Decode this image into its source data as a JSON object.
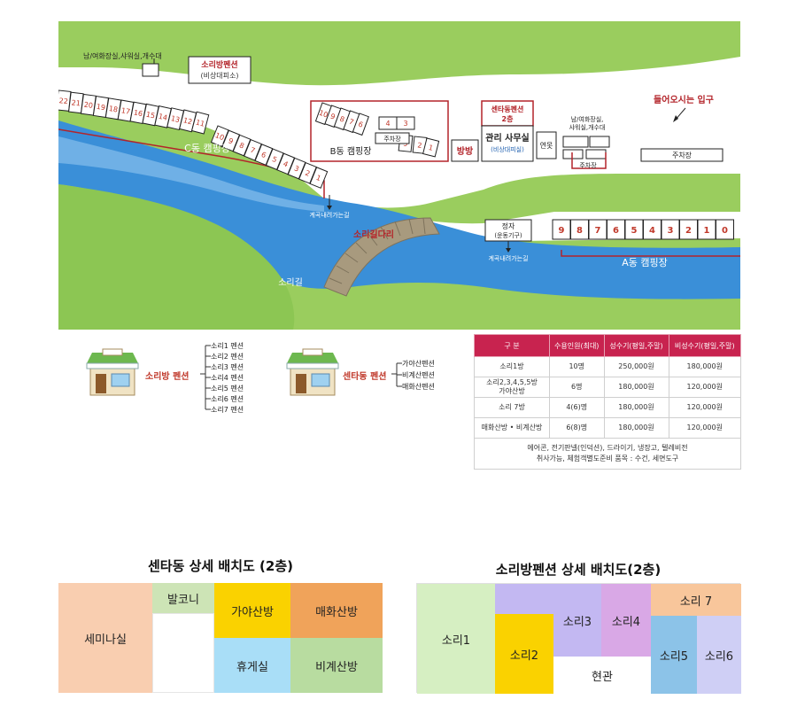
{
  "map": {
    "labels": {
      "toilet_top": "남/여화장실,샤워실,개수대",
      "soribang_pension": "소리방펜션",
      "soribang_sub": "(비상대피소)",
      "c_camp": "C동 캠핑장",
      "b_camp": "B동 캠핑장",
      "parking_small": "주차장",
      "bangbang": "방방",
      "center_pension": "센타동펜션",
      "center_floor": "2층",
      "office": "관리 사무실",
      "office_sub": "(비상대피실)",
      "pond": "연못",
      "toilet_right": "남/여화장실,\n샤워실,개수대",
      "toilet_right_1": "남/여화장실,",
      "toilet_right_2": "샤워실,개수대",
      "parking_mid": "주차장",
      "entrance": "들어오시는 입구",
      "parking_right": "주차장",
      "stream_down_1": "계곡내려가는길",
      "sori_bridge": "소리길다리",
      "pavilion": "정자",
      "pavilion_sub": "(운동기구)",
      "stream_down_2": "계곡내려가는길",
      "a_camp": "A동 캠핑장",
      "sori_road": "소리길"
    },
    "c_sites_top": [
      "22",
      "21",
      "20",
      "19",
      "18",
      "17",
      "16",
      "15",
      "14",
      "13",
      "12",
      "11"
    ],
    "c_sites_low": [
      "10",
      "9",
      "8",
      "7",
      "6",
      "5",
      "4",
      "3",
      "2",
      "1"
    ],
    "b_sites_slant": [
      "10",
      "9",
      "8",
      "7",
      "6"
    ],
    "b_sites_box1": [
      "4",
      "3"
    ],
    "b_sites_box2": [
      "5",
      "2",
      "1"
    ],
    "a_sites": [
      "9",
      "8",
      "7",
      "6",
      "5",
      "4",
      "3",
      "2",
      "1",
      "0"
    ],
    "colors": {
      "grass": "#9acd5e",
      "water": "#3a8fd8",
      "road": "#ffffff",
      "accent": "#c0392b"
    }
  },
  "legend": {
    "soribang": {
      "label": "소리방 펜션",
      "rooms": [
        "소리1 펜션",
        "소리2 펜션",
        "소리3 펜션",
        "소리4 펜션",
        "소리5 펜션",
        "소리6 펜션",
        "소리7 펜션"
      ]
    },
    "center": {
      "label": "센타동 펜션",
      "rooms": [
        "가야산펜션",
        "비계산펜션",
        "매화산펜션"
      ]
    },
    "store_icon": "store-icon"
  },
  "price_table": {
    "headers": [
      "구 분",
      "수용인원(최대)",
      "성수기(평일,주말)",
      "비성수기(평일,주말)"
    ],
    "rows": [
      [
        "소리1방",
        "10명",
        "250,000원",
        "180,000원"
      ],
      [
        "소리2,3,4,5,5방\n가야산방",
        "6명",
        "180,000원",
        "120,000원"
      ],
      [
        "소리 7방",
        "4(6)명",
        "180,000원",
        "120,000원"
      ],
      [
        "매화산방 • 비계산방",
        "6(8)명",
        "180,000원",
        "120,000원"
      ]
    ],
    "note_1": "에어콘, 전기판넬(인덕션), 드라이기, 냉장고, 텔레비전",
    "note_2": "취사가능,  체험객별도준비 품목 : 수건, 세면도구"
  },
  "center_plan": {
    "title": "센타동 상세 배치도 (2층)",
    "rooms": {
      "seminar": "세미나실",
      "balcony": "발코니",
      "gaya": "가야산방",
      "maehwa": "매화산방",
      "lounge": "휴게실",
      "bigye": "비계산방"
    },
    "colors": {
      "seminar": "#f9ceb0",
      "balcony": "#cde4b6",
      "gaya": "#fad200",
      "maehwa": "#f0a35a",
      "lounge": "#a9def7",
      "bigye": "#b8dca0"
    }
  },
  "sori_plan": {
    "title": "소리방펜션 상세 배치도(2층)",
    "rooms": {
      "s1": "소리1",
      "s2": "소리2",
      "s3": "소리3",
      "s4": "소리4",
      "s5": "소리5",
      "s6": "소리6",
      "s7": "소리 7",
      "entry": "현관"
    },
    "colors": {
      "s1": "#d6efc2",
      "s2": "#fad200",
      "s3": "#c3b8f2",
      "s4": "#d9a8e6",
      "s5": "#8cc3e8",
      "s6": "#cfcff5",
      "s7": "#f8c69b"
    }
  }
}
